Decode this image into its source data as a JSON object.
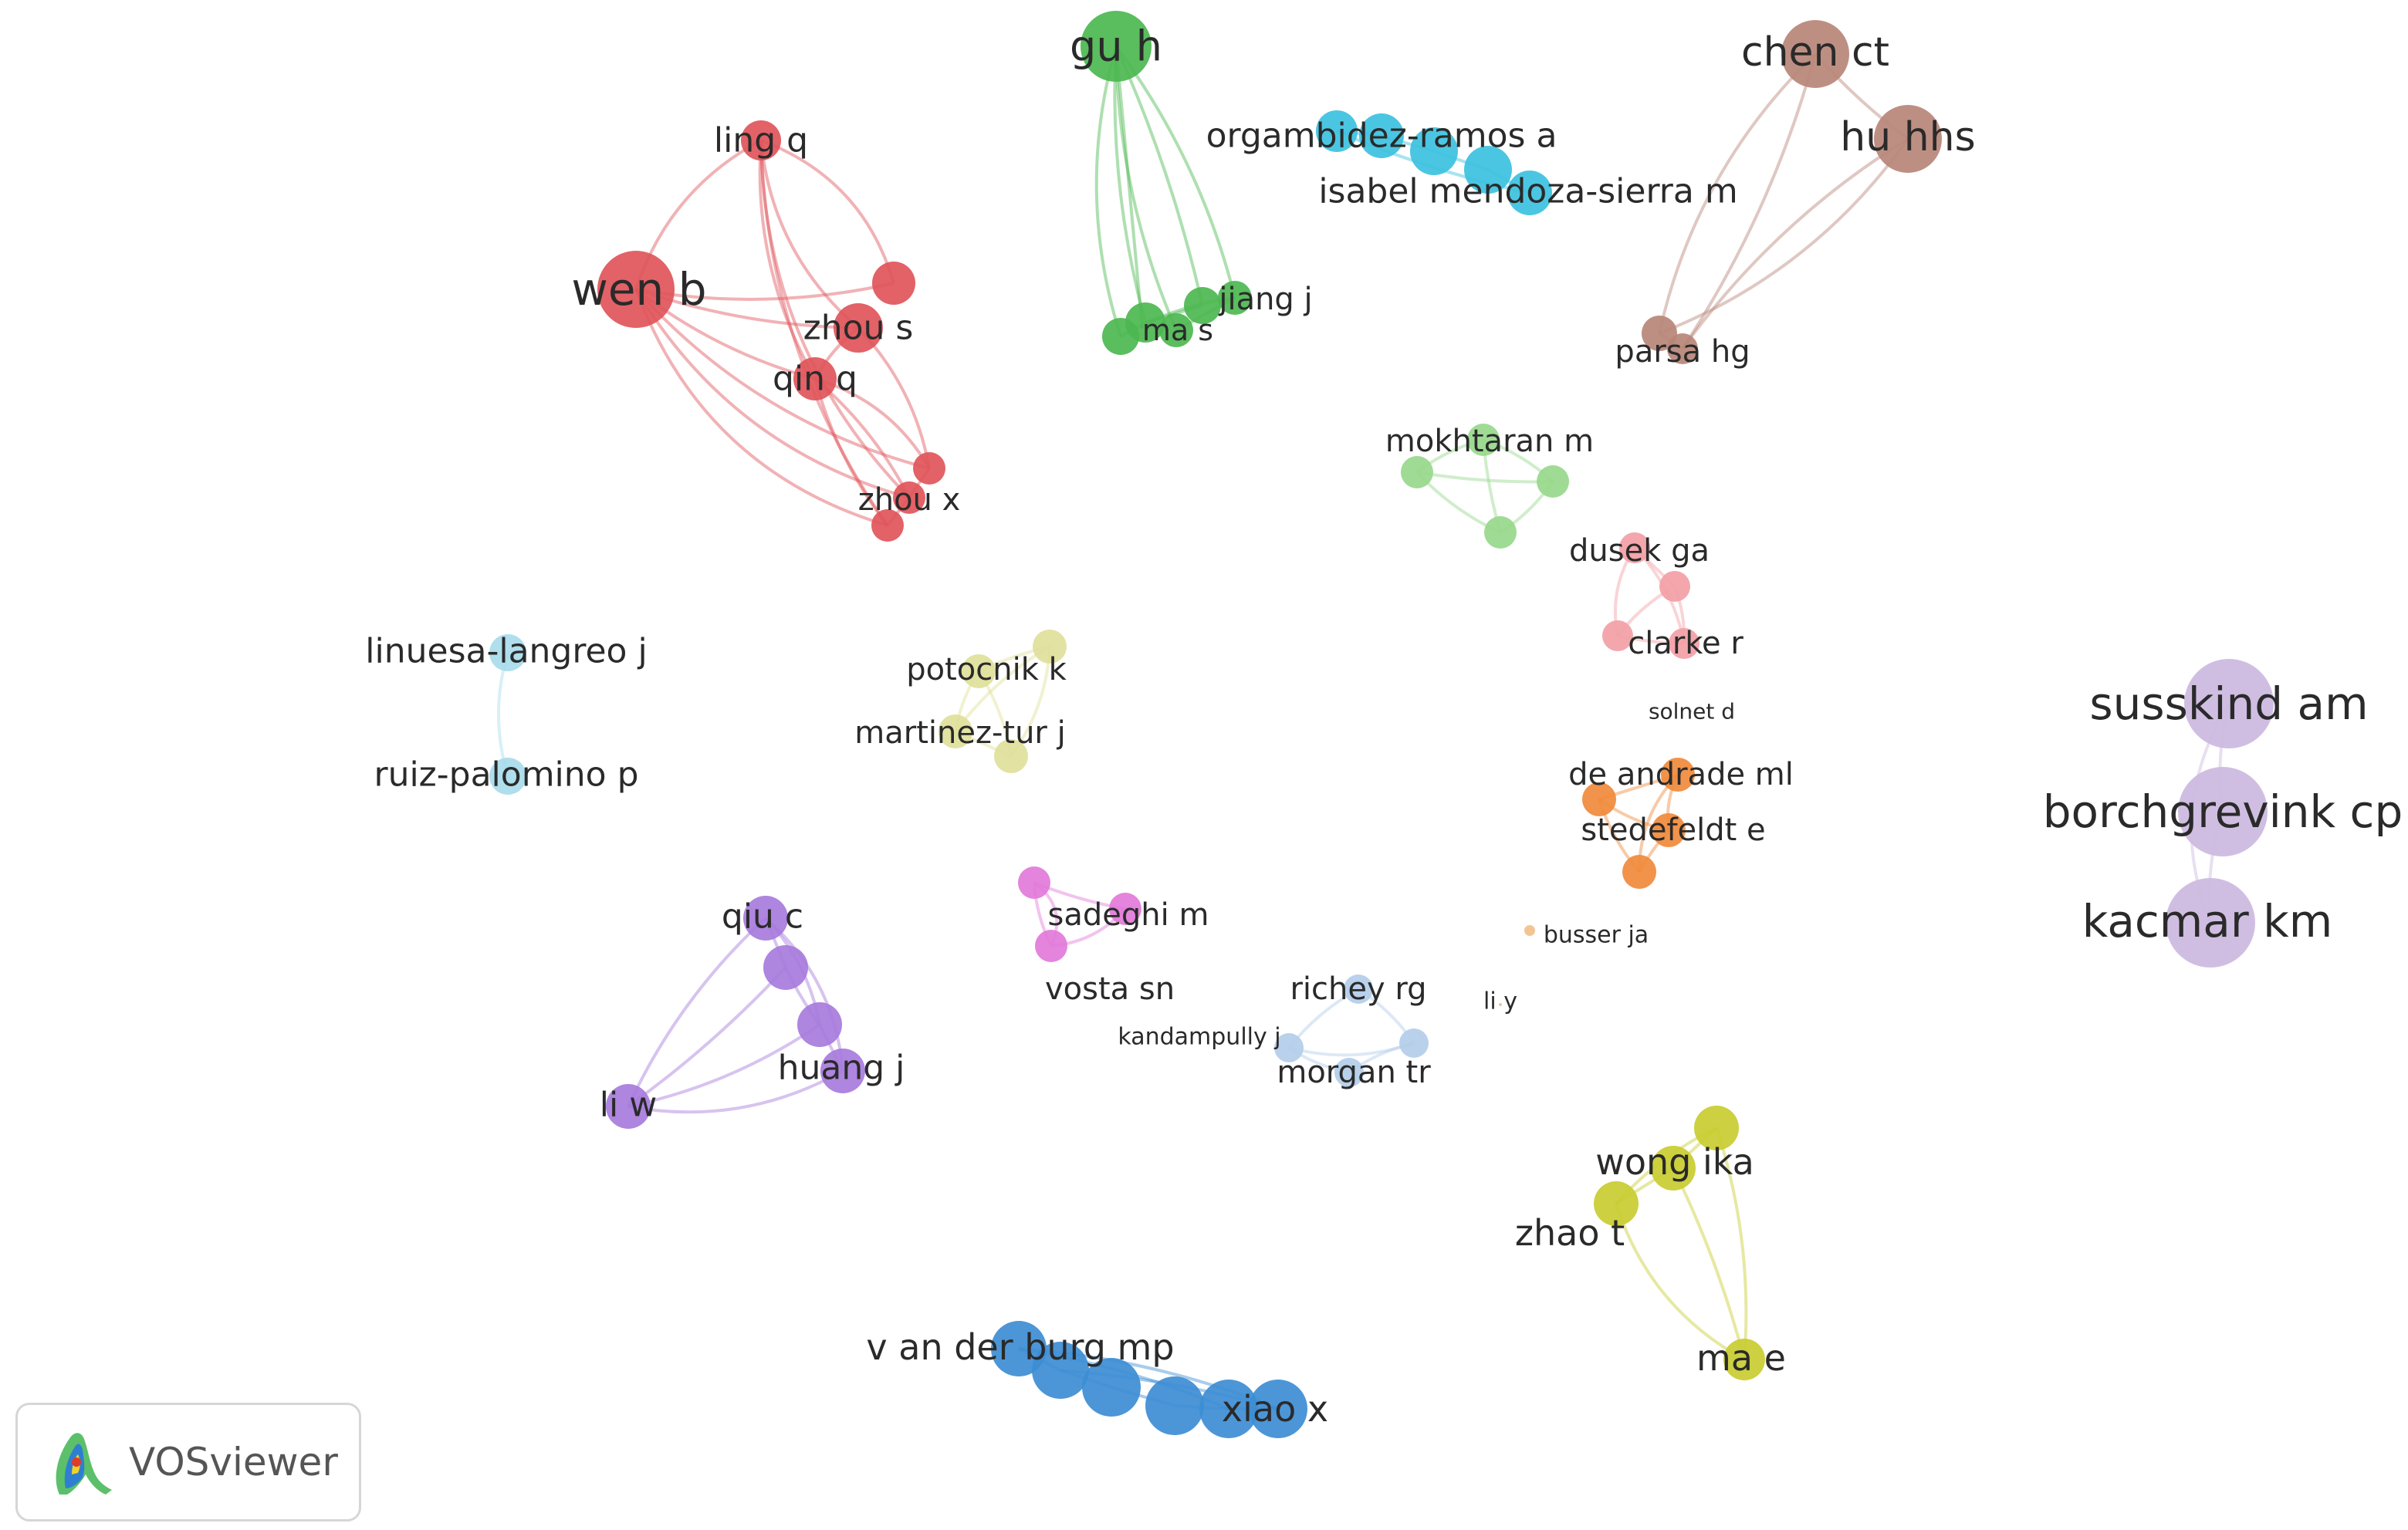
{
  "network": {
    "colors": {
      "red": "#e0555a",
      "green": "#4cb750",
      "cyan": "#3cc1df",
      "brown": "#b78578",
      "light_green": "#97d88b",
      "pink": "#f2a0a6",
      "light_blue": "#a8dbea",
      "olive": "#dfdf9a",
      "orange": "#f08a3b",
      "purple": "#a77bdc",
      "magenta": "#e27ad9",
      "powder_blue": "#b3cde9",
      "lavender": "#ccb9e0",
      "yellow": "#c9cc30",
      "blue": "#3d8dd4",
      "peach": "#f1c08a"
    },
    "clusters": [
      {
        "color": "red",
        "nodes": [
          {
            "id": "ling q",
            "label": "ling q"
          },
          {
            "id": "wen b",
            "label": "wen b"
          },
          {
            "id": "r3",
            "label": ""
          },
          {
            "id": "zhou s",
            "label": "zhou s"
          },
          {
            "id": "qin q",
            "label": "qin q"
          },
          {
            "id": "r6",
            "label": ""
          },
          {
            "id": "zhou x",
            "label": "zhou x"
          },
          {
            "id": "r8",
            "label": ""
          }
        ]
      },
      {
        "color": "green",
        "nodes": [
          {
            "id": "gu h",
            "label": "gu h"
          },
          {
            "id": "g2",
            "label": ""
          },
          {
            "id": "g3",
            "label": ""
          },
          {
            "id": "ma s",
            "label": "ma s"
          },
          {
            "id": "g5",
            "label": ""
          },
          {
            "id": "jiang j",
            "label": "jiang j"
          },
          {
            "id": "g7",
            "label": ""
          }
        ]
      },
      {
        "color": "cyan",
        "nodes": [
          {
            "id": "c1",
            "label": ""
          },
          {
            "id": "orgambidez-ramos a",
            "label": "orgambidez-ramos a"
          },
          {
            "id": "c3",
            "label": ""
          },
          {
            "id": "c4",
            "label": ""
          },
          {
            "id": "isabel mendoza-sierra m",
            "label": "isabel mendoza-sierra m"
          }
        ]
      },
      {
        "color": "brown",
        "nodes": [
          {
            "id": "chen ct",
            "label": "chen ct"
          },
          {
            "id": "hu hhs",
            "label": "hu hhs"
          },
          {
            "id": "b3",
            "label": ""
          },
          {
            "id": "parsa hg",
            "label": "parsa hg"
          }
        ]
      },
      {
        "color": "light_green",
        "nodes": [
          {
            "id": "mokhtaran m",
            "label": "mokhtaran m"
          },
          {
            "id": "lg2",
            "label": ""
          },
          {
            "id": "lg3",
            "label": ""
          },
          {
            "id": "lg4",
            "label": ""
          }
        ]
      },
      {
        "color": "pink",
        "nodes": [
          {
            "id": "dusek ga",
            "label": "dusek ga"
          },
          {
            "id": "p2",
            "label": ""
          },
          {
            "id": "p3",
            "label": ""
          },
          {
            "id": "clarke r",
            "label": "clarke r"
          }
        ]
      },
      {
        "color": "light_blue",
        "nodes": [
          {
            "id": "linuesa-langreo j",
            "label": "linuesa-langreo j"
          },
          {
            "id": "ruiz-palomino p",
            "label": "ruiz-palomino p"
          }
        ]
      },
      {
        "color": "olive",
        "nodes": [
          {
            "id": "o1",
            "label": ""
          },
          {
            "id": "potocnik k",
            "label": "potocnik k"
          },
          {
            "id": "martinez-tur j",
            "label": "martinez-tur j"
          },
          {
            "id": "o4",
            "label": ""
          }
        ]
      },
      {
        "color": "orange",
        "nodes": [
          {
            "id": "de andrade ml",
            "label": "de andrade ml"
          },
          {
            "id": "or2",
            "label": ""
          },
          {
            "id": "stedefeldt e",
            "label": "stedefeldt e"
          },
          {
            "id": "or4",
            "label": ""
          }
        ]
      },
      {
        "color": "purple",
        "nodes": [
          {
            "id": "qiu c",
            "label": "qiu c"
          },
          {
            "id": "pu2",
            "label": ""
          },
          {
            "id": "pu3",
            "label": ""
          },
          {
            "id": "huang j",
            "label": "huang j"
          },
          {
            "id": "li w",
            "label": "li w"
          }
        ]
      },
      {
        "color": "magenta",
        "nodes": [
          {
            "id": "m1",
            "label": ""
          },
          {
            "id": "sadeghi m",
            "label": "sadeghi m"
          },
          {
            "id": "vosta sn",
            "label": "vosta sn"
          }
        ]
      },
      {
        "color": "powder_blue",
        "nodes": [
          {
            "id": "richey rg",
            "label": "richey rg"
          },
          {
            "id": "kandampully j",
            "label": "kandampully j"
          },
          {
            "id": "pb3",
            "label": ""
          },
          {
            "id": "morgan tr",
            "label": "morgan tr"
          }
        ]
      },
      {
        "color": "lavender",
        "nodes": [
          {
            "id": "susskind am",
            "label": "susskind am"
          },
          {
            "id": "borchgrevink cp",
            "label": "borchgrevink cp"
          },
          {
            "id": "kacmar km",
            "label": "kacmar km"
          }
        ]
      },
      {
        "color": "yellow",
        "nodes": [
          {
            "id": "y1",
            "label": ""
          },
          {
            "id": "wong ika",
            "label": "wong ika"
          },
          {
            "id": "zhao t",
            "label": "zhao t"
          },
          {
            "id": "ma e",
            "label": "ma e"
          }
        ]
      },
      {
        "color": "blue",
        "nodes": [
          {
            "id": "v an der burg mp",
            "label": "v an der burg mp"
          },
          {
            "id": "bl2",
            "label": ""
          },
          {
            "id": "bl3",
            "label": ""
          },
          {
            "id": "bl4",
            "label": ""
          },
          {
            "id": "bl5",
            "label": ""
          },
          {
            "id": "xiao x",
            "label": "xiao x"
          }
        ]
      },
      {
        "color": "peach",
        "nodes": [
          {
            "id": "busser ja",
            "label": "busser ja"
          }
        ]
      },
      {
        "color": "peach",
        "nodes": [
          {
            "id": "solnet d",
            "label": "solnet d"
          }
        ]
      },
      {
        "color": "peach",
        "nodes": [
          {
            "id": "li y",
            "label": "li y"
          }
        ]
      }
    ]
  },
  "badge": {
    "brand": "VOSviewer"
  }
}
